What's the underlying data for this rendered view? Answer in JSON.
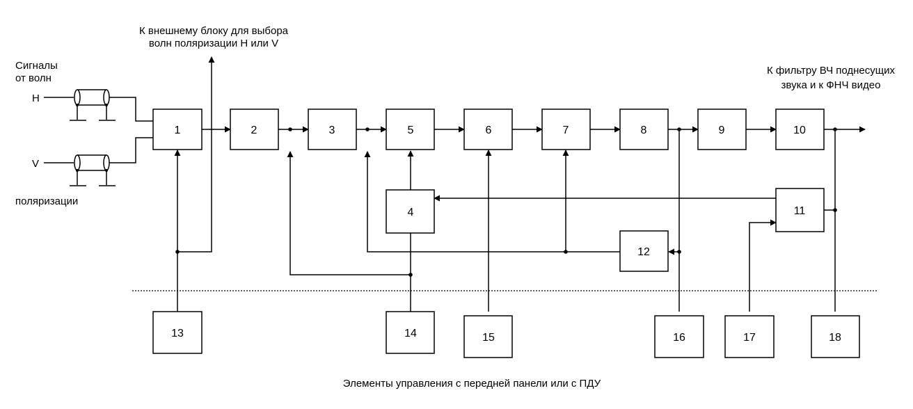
{
  "labels": {
    "signals_line1": "Сигналы",
    "signals_line2": "от волн",
    "h": "H",
    "v": "V",
    "polarization": "поляризации",
    "ext_line1": "К внешнему блоку для выбора",
    "ext_line2": "волн поляризации H или V",
    "out_line1": "К фильтру ВЧ поднесущих",
    "out_line2": "звука и к ФНЧ видео",
    "controls": "Элементы управления с передней панели или с ПДУ"
  },
  "blocks": [
    "1",
    "2",
    "3",
    "4",
    "5",
    "6",
    "7",
    "8",
    "9",
    "10",
    "11",
    "12",
    "13",
    "14",
    "15",
    "16",
    "17",
    "18"
  ]
}
